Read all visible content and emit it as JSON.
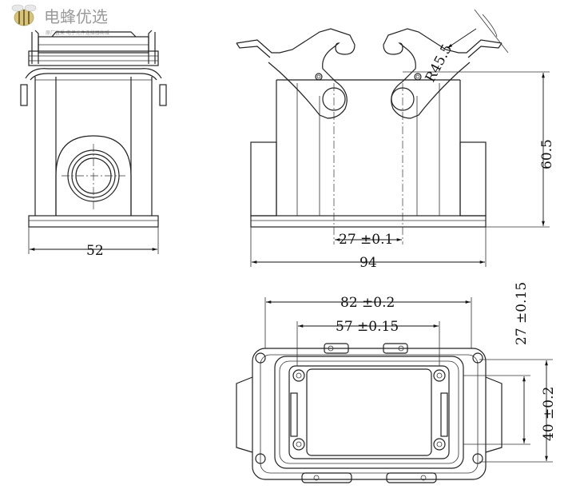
{
  "watermark": {
    "title": "电蜂优选",
    "subtitle": "原厂直采 电子元件连接器商城"
  },
  "dimensions": {
    "side_width": "52",
    "front_width": "94",
    "front_height": "60.5",
    "pin_spacing": "27  ±0.1",
    "lever_radius": "R45.5",
    "top_outer_width": "82  ±0.2",
    "top_inner_width": "57  ±0.15",
    "top_inner_height": "27  ±0.15",
    "top_outer_height": "40  ±0.2"
  }
}
